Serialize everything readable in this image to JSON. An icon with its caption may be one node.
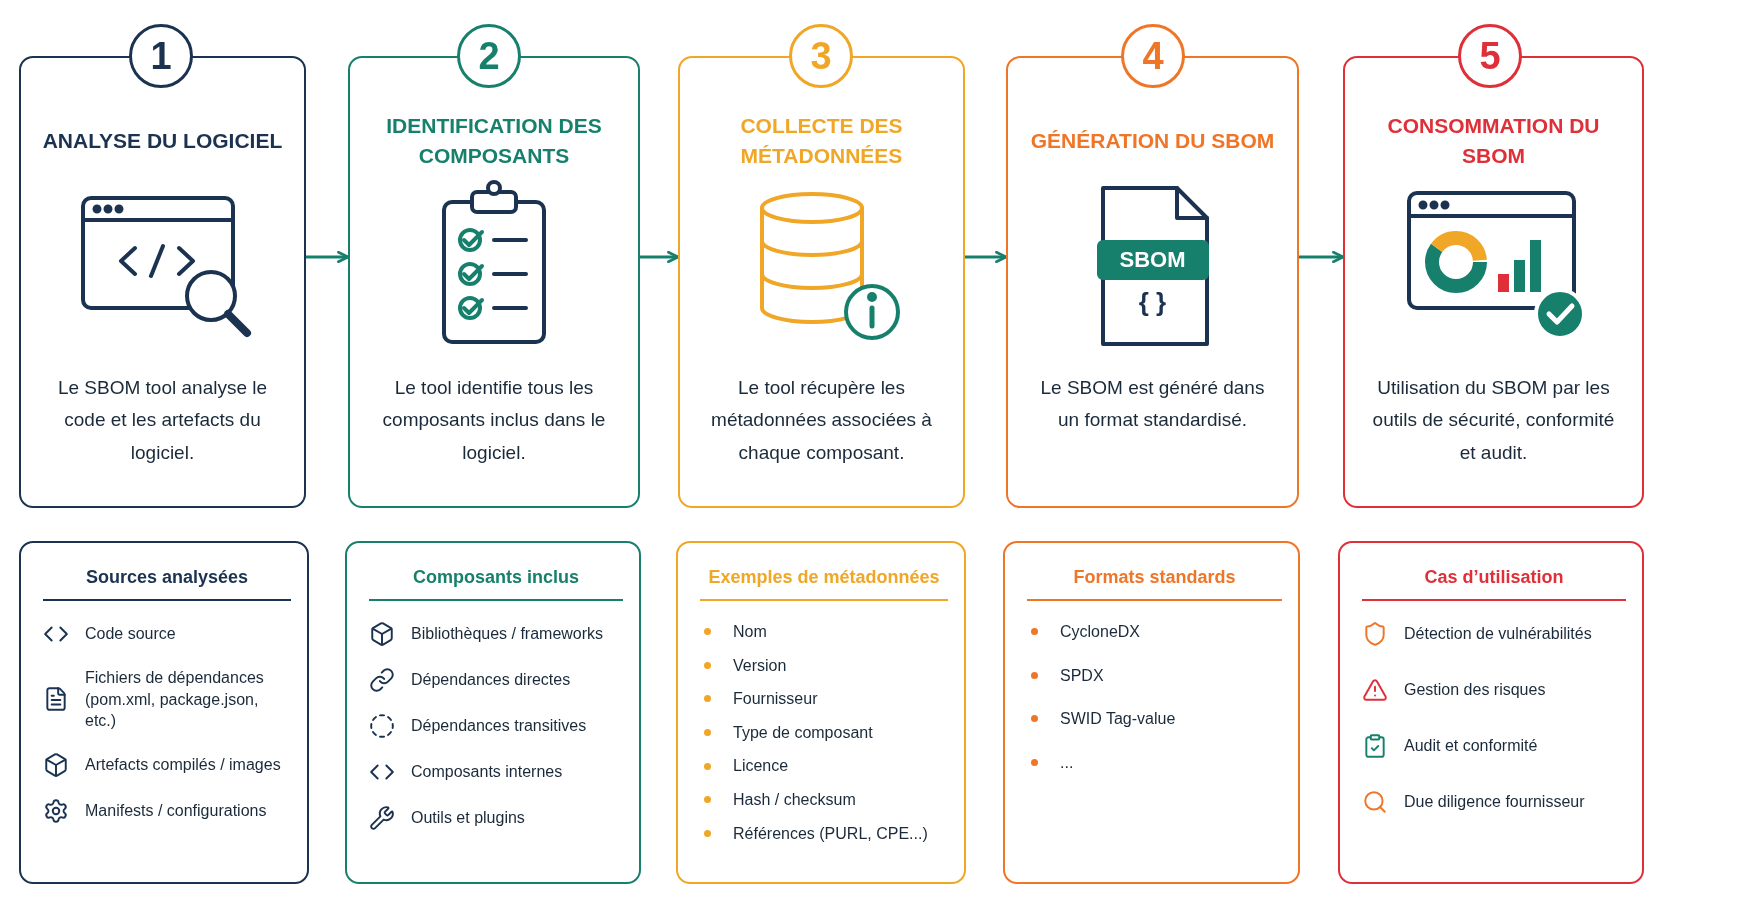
{
  "diagram": {
    "nodes": [
      {
        "text": [
          "1"
        ]
      },
      {
        "text": [
          "ANALYSE DU LOGICIEL",
          "Le SBOM tool analyse le code et les artefacts du logiciel."
        ]
      },
      {
        "text": [
          "2"
        ]
      },
      {
        "text": [
          "IDENTIFICATION DES COMPOSANTS",
          "Le tool identifie tous les composants inclus dans le logiciel."
        ]
      },
      {
        "text": [
          "3"
        ]
      },
      {
        "text": [
          "COLLECTE DES MÉTADONNÉES",
          "Le tool récupère les métadonnées associées à chaque composant."
        ]
      },
      {
        "text": [
          "4"
        ]
      },
      {
        "text": [
          "GÉNÉRATION DU SBOM",
          "SBOM",
          "{ }",
          "Le SBOM est généré dans un format standardisé."
        ]
      },
      {
        "text": [
          "5"
        ]
      },
      {
        "text": [
          "CONSOMMATION DU SBOM",
          "Utilisation du SBOM par les outils de sécurité, conformité et audit."
        ]
      },
      {
        "text": [
          "Sources analysées",
          "Code source",
          "Fichiers de dépendances (pom.xml, package.json, etc.)",
          "Artefacts compilés / images",
          "Manifests / configurations"
        ]
      },
      {
        "text": [
          "Composants inclus",
          "Bibliothèques / frameworks",
          "Dépendances directes",
          "Dépendances transitives",
          "Composants internes",
          "Outils et plugins"
        ]
      },
      {
        "text": [
          "Exemples de métadonnées",
          "Nom",
          "Version",
          "Fournisseur",
          "Type de composant",
          "Licence",
          "Hash / checksum",
          "Références (PURL, CPE...)"
        ]
      },
      {
        "text": [
          "Formats standards",
          "CycloneDX",
          "SPDX",
          "SWID Tag-value",
          "..."
        ]
      },
      {
        "text": [
          "Cas d’utilisation",
          "Détection de vulnérabilités",
          "Gestion des risques",
          "Audit et conformité",
          "Due diligence fournisseur"
        ]
      }
    ],
    "edges": [
      {
        "from": 1,
        "to": 3,
        "arrow": "to"
      },
      {
        "from": 3,
        "to": 5,
        "arrow": "to"
      },
      {
        "from": 5,
        "to": 7,
        "arrow": "to"
      },
      {
        "from": 7,
        "to": 9,
        "arrow": "to"
      }
    ]
  }
}
